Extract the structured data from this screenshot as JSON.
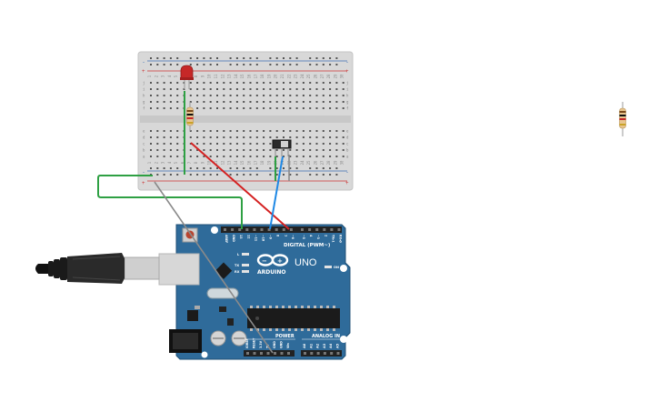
{
  "canvas": {
    "title": "",
    "background": "#ffffff"
  },
  "breadboard": {
    "top_rail_plus": "+",
    "top_rail_minus": "-",
    "bottom_rail_plus": "+",
    "bottom_rail_minus": "-",
    "row_letters_top": [
      "j",
      "i",
      "h",
      "g",
      "f"
    ],
    "row_letters_bottom": [
      "e",
      "d",
      "c",
      "b",
      "a"
    ],
    "column_labels": [
      "1",
      "2",
      "3",
      "4",
      "5",
      "6",
      "7",
      "8",
      "9",
      "10",
      "11",
      "12",
      "13",
      "14",
      "15",
      "16",
      "17",
      "18",
      "19",
      "20",
      "21",
      "22",
      "23",
      "24",
      "25",
      "26",
      "27",
      "28",
      "29",
      "30"
    ]
  },
  "arduino": {
    "brand": "ARDUINO",
    "model": "UNO",
    "digital_label": "DIGITAL (PWM~)",
    "power_label": "POWER",
    "analog_label": "ANALOG IN",
    "led_l": "L",
    "led_tx": "TX",
    "led_rx": "RX",
    "on_label": "ON",
    "top_pin_labels": [
      "AREF",
      "GND",
      "13",
      "12",
      "~11",
      "~10",
      "~9",
      "8",
      "7",
      "~6",
      "~5",
      "4",
      "~3",
      "2",
      "TX▸1",
      "RX◂0"
    ],
    "power_pin_labels": [
      "IOREF",
      "RESET",
      "3.3V",
      "5V",
      "GND",
      "GND",
      "Vin"
    ],
    "analog_pin_labels": [
      "A0",
      "A1",
      "A2",
      "A3",
      "A4",
      "A5"
    ]
  },
  "colors": {
    "board_blue": "#2f6b9a",
    "wire_green": "#2ea043",
    "wire_red": "#d42121",
    "wire_blue": "#1e88e5",
    "wire_gray": "#8a8a8a",
    "led_red": "#c62828",
    "breadboard": "#dcdcdc"
  },
  "components": {
    "led": "red-led-icon",
    "resistor": "resistor-icon",
    "switch": "slide-switch-icon",
    "usb": "usb-cable-icon"
  }
}
